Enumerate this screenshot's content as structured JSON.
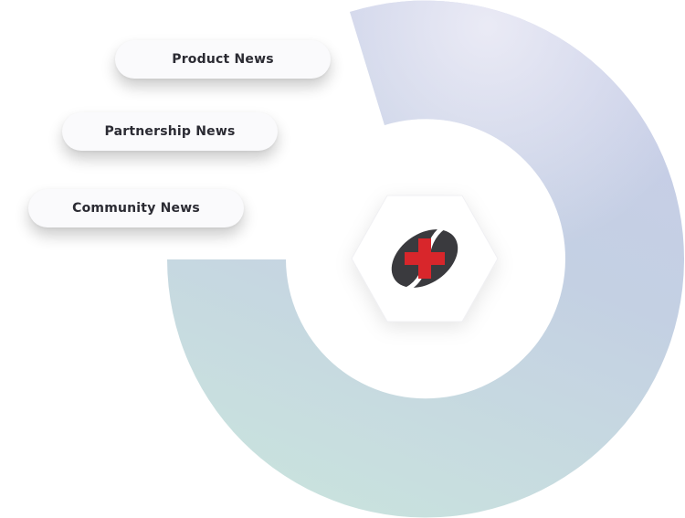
{
  "news_links": [
    {
      "label": "Product News"
    },
    {
      "label": "Partnership News"
    },
    {
      "label": "Community News"
    }
  ],
  "colors": {
    "ring_top": "#dcdcee",
    "ring_right": "#c3cce4",
    "ring_bottom": "#c9e2de",
    "pill_bg": "#fafafc",
    "pill_text": "#2b2b33",
    "logo_dark": "#3a3a3e",
    "logo_cross": "#d8262b"
  },
  "icons": {
    "center_logo": "dark-oval-with-red-cross-logo"
  }
}
